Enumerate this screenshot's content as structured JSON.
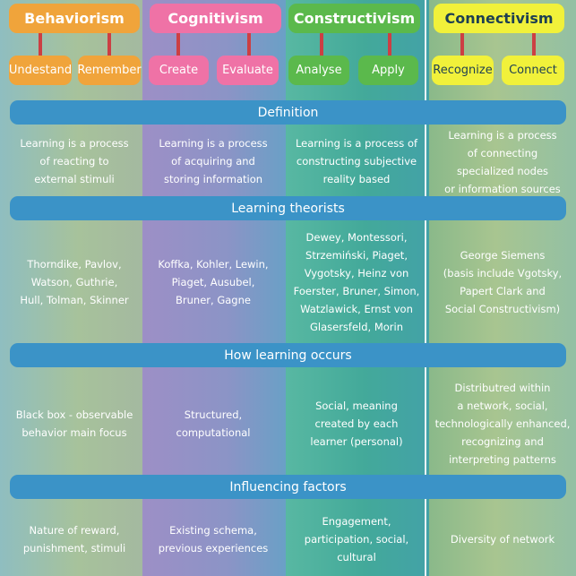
{
  "columns": [
    {
      "title": "Behaviorism",
      "pills": [
        "Undestand",
        "Remember"
      ]
    },
    {
      "title": "Cognitivism",
      "pills": [
        "Create",
        "Evaluate"
      ]
    },
    {
      "title": "Constructivism",
      "pills": [
        "Analyse",
        "Apply"
      ]
    },
    {
      "title": "Connectivism",
      "pills": [
        "Recognize",
        "Connect"
      ]
    }
  ],
  "sections": [
    {
      "title": "Definition",
      "cells": [
        "Learning is a process\nof reacting to\nexternal stimuli",
        "Learning is a process\nof acquiring and\nstoring information",
        "Learning is a process of\nconstructing subjective\nreality based",
        "Learning is a process\nof connecting\nspecialized nodes\nor information sources"
      ]
    },
    {
      "title": "Learning theorists",
      "cells": [
        "Thorndike, Pavlov,\nWatson, Guthrie,\nHull, Tolman, Skinner",
        "Koffka, Kohler, Lewin,\nPiaget, Ausubel,\nBruner, Gagne",
        "Dewey, Montessori,\nStrzemiński, Piaget,\nVygotsky, Heinz von\nFoerster, Bruner, Simon,\nWatzlawick, Ernst von\nGlasersfeld, Morin",
        "George Siemens\n(basis include Vgotsky,\nPapert Clark and\nSocial Constructivism)"
      ]
    },
    {
      "title": "How learning occurs",
      "cells": [
        "Black box - observable\nbehavior main focus",
        "Structured,\ncomputational",
        "Social, meaning\ncreated by each\nlearner (personal)",
        "Distributred within\na network, social,\ntechnologically enhanced,\nrecognizing and\ninterpreting patterns"
      ]
    },
    {
      "title": "Influencing factors",
      "cells": [
        "Nature of reward,\npunishment, stimuli",
        "Existing schema,\nprevious experiences",
        "Engagement,\nparticipation, social,\ncultural",
        "Diversity of network"
      ]
    }
  ],
  "colors": {
    "behaviorism": "#f0a43b",
    "cognitivism": "#ef72a6",
    "constructivism": "#5bb94c",
    "connectivism": "#f1f13a",
    "section_band": "#3b93c7",
    "connector": "#cc3f43"
  }
}
